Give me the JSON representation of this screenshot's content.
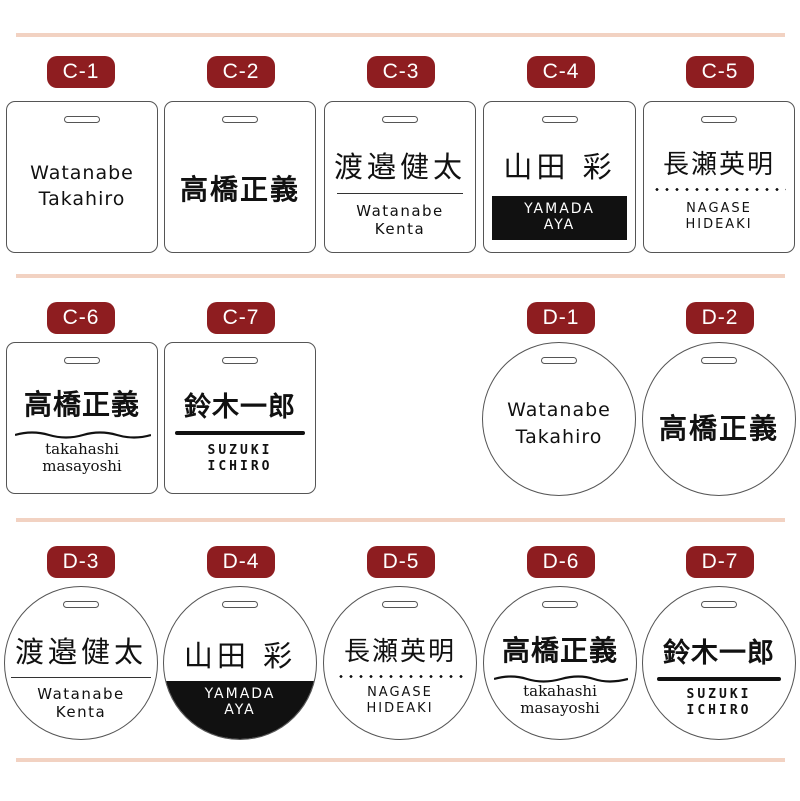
{
  "tags": {
    "c1": {
      "code": "C-1",
      "line1": "Watanabe",
      "line2": "Takahiro"
    },
    "c2": {
      "code": "C-2",
      "kanji": "高橋正義"
    },
    "c3": {
      "code": "C-3",
      "kanji": "渡邉健太",
      "line1": "Watanabe",
      "line2": "Kenta"
    },
    "c4": {
      "code": "C-4",
      "kanji": "山田 彩",
      "line1": "YAMADA",
      "line2": "AYA"
    },
    "c5": {
      "code": "C-5",
      "kanji": "長瀬英明",
      "line1": "NAGASE",
      "line2": "HIDEAKI"
    },
    "c6": {
      "code": "C-6",
      "kanji": "高橋正義",
      "line1": "takahashi",
      "line2": "masayoshi"
    },
    "c7": {
      "code": "C-7",
      "kanji": "鈴木一郎",
      "line1": "SUZUKI",
      "line2": "ICHIRO"
    },
    "d1": {
      "code": "D-1",
      "line1": "Watanabe",
      "line2": "Takahiro"
    },
    "d2": {
      "code": "D-2",
      "kanji": "高橋正義"
    },
    "d3": {
      "code": "D-3",
      "kanji": "渡邉健太",
      "line1": "Watanabe",
      "line2": "Kenta"
    },
    "d4": {
      "code": "D-4",
      "kanji": "山田 彩",
      "line1": "YAMADA",
      "line2": "AYA"
    },
    "d5": {
      "code": "D-5",
      "kanji": "長瀬英明",
      "line1": "NAGASE",
      "line2": "HIDEAKI"
    },
    "d6": {
      "code": "D-6",
      "kanji": "高橋正義",
      "line1": "takahashi",
      "line2": "masayoshi"
    },
    "d7": {
      "code": "D-7",
      "kanji": "鈴木一郎",
      "line1": "SUZUKI",
      "line2": "ICHIRO"
    }
  },
  "colors": {
    "badge": "#8e1d20",
    "divider": "#f2d2c2",
    "ink": "#111111"
  }
}
